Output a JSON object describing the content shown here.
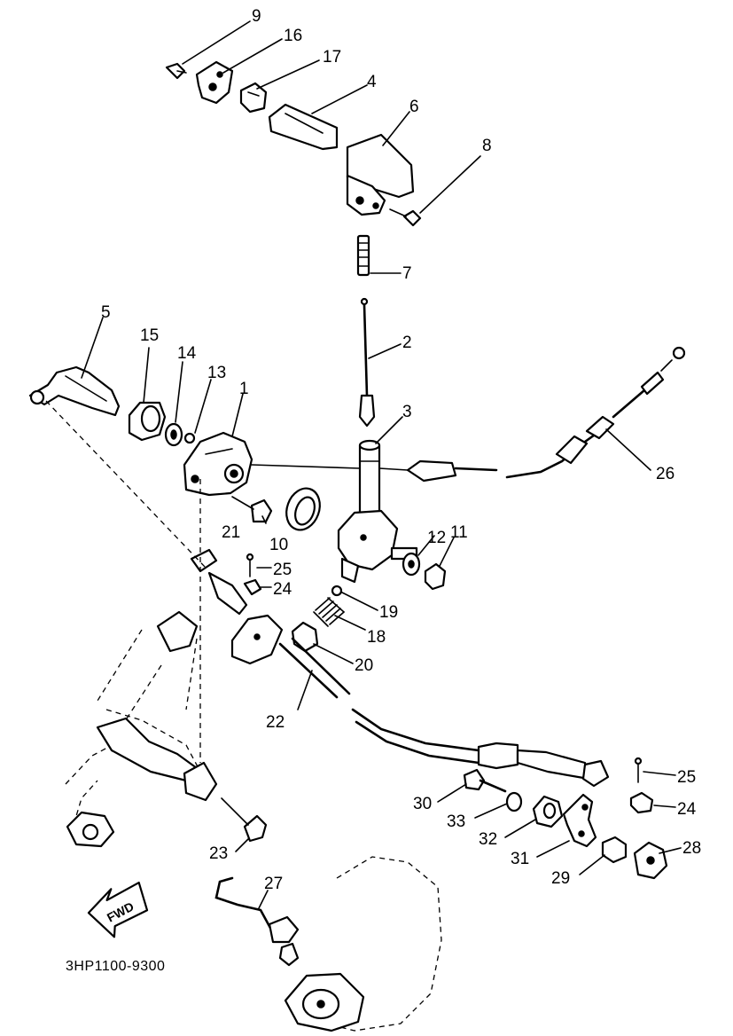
{
  "diagram": {
    "code": "3HP1100-9300",
    "direction_label": "FWD",
    "callouts": {
      "c1": "1",
      "c2": "2",
      "c3": "3",
      "c4": "4",
      "c5": "5",
      "c6": "6",
      "c7": "7",
      "c8": "8",
      "c9": "9",
      "c10": "10",
      "c11": "11",
      "c12": "12",
      "c13": "13",
      "c14": "14",
      "c15": "15",
      "c16": "16",
      "c17": "17",
      "c18": "18",
      "c19": "19",
      "c20": "20",
      "c21": "21",
      "c22": "22",
      "c23": "23",
      "c24a": "24",
      "c24b": "24",
      "c25a": "25",
      "c25b": "25",
      "c26": "26",
      "c27": "27",
      "c28": "28",
      "c29": "29",
      "c30": "30",
      "c31": "31",
      "c32": "32",
      "c33": "33"
    }
  }
}
